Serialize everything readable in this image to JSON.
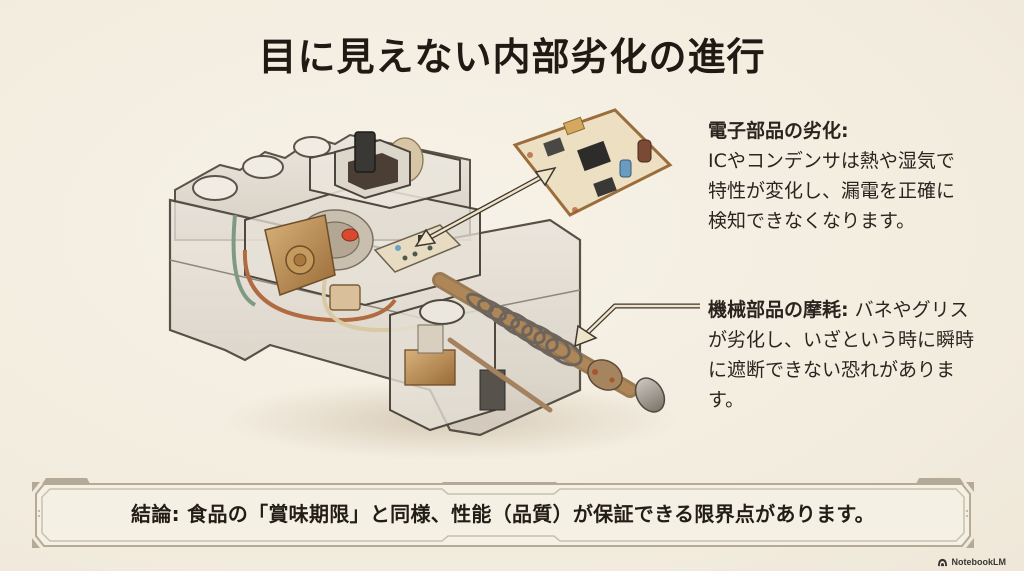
{
  "slide": {
    "title": "目に見えない内部劣化の進行",
    "background_color": "#f4efe3",
    "text_color": "#231f1b"
  },
  "illustration": {
    "subject": "cutaway transparent circuit breaker (earth leakage breaker) with rusted internal parts",
    "parts": [
      {
        "name": "transparent-housing"
      },
      {
        "name": "toggle-lever",
        "color": "#3a3835"
      },
      {
        "name": "red-indicator",
        "color": "#d84a2f"
      },
      {
        "name": "internal-pcb"
      },
      {
        "name": "detached-pcb-closeup",
        "components": [
          "ic-chip",
          "electrolytic-capacitor-brown",
          "electrolytic-capacitor-blue",
          "smd-chips"
        ]
      },
      {
        "name": "rusted-spring-plunger"
      },
      {
        "name": "rod"
      }
    ],
    "arrows": [
      {
        "name": "arrow-electronic",
        "from": "detached-pcb-closeup",
        "to": "internal-pcb",
        "double_headed": true
      },
      {
        "name": "arrow-mechanical",
        "from": "callout-mechanical",
        "to": "rusted-spring-plunger"
      }
    ]
  },
  "callouts": {
    "electronic": {
      "heading": "電子部品の劣化:",
      "lines": [
        "ICやコンデンサは熱や湿気で",
        "特性が変化し、漏電を正確に",
        "検知できなくなります。"
      ]
    },
    "mechanical": {
      "heading": "機械部品の摩耗:",
      "first_line_rest": " バネやグリス",
      "lines": [
        "が劣化し、いざという時に瞬時",
        "に遮断できない恐れがありま",
        "す。"
      ]
    }
  },
  "conclusion": {
    "text": "結論: 食品の「賞味期限」と同様、性能（品質）が保証できる限界点があります。",
    "frame_color": "#b5aa97",
    "frame_fill": "#f5f0e4"
  },
  "watermark": {
    "label": "NotebookLM",
    "icon": "notebooklm-logo-icon"
  }
}
